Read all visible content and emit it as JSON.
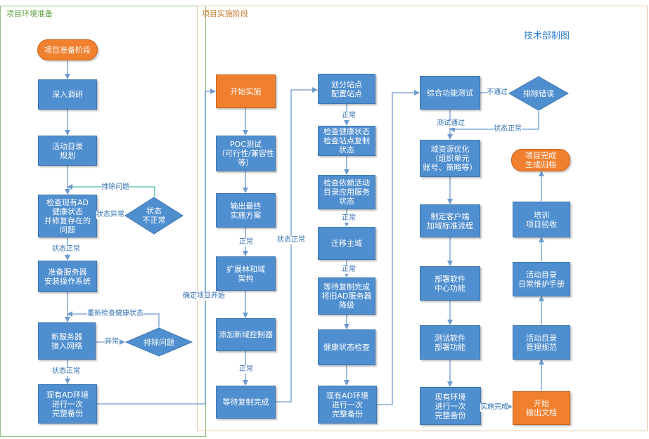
{
  "panels": {
    "left_title": "项目环境准备",
    "right_title": "项目实施阶段"
  },
  "diagram_title": "技术部制图",
  "nodes": {
    "prep_start": "项目准备阶段",
    "research": "深入调研",
    "ad_plan": "活动目录\n规划",
    "check_ad": "检查现有AD\n健康状态\n并修复存在的\n问题",
    "status_abnormal": "状态\n不正常",
    "prep_server": "准备服务器\n安装操作系统",
    "new_server_net": "新服务器\n接入网络",
    "troubleshoot_1": "排除问题",
    "full_backup_1": "现有AD环境\n进行一次\n完整备份",
    "start_impl": "开始实施",
    "poc_test": "POC测试\n（可行性/兼容性\n等）",
    "final_plan": "输出最终\n实施方案",
    "extend_forest": "扩展林和域\n架构",
    "add_dc": "添加新域控制器",
    "wait_repl_1": "等待复制完成",
    "split_sites": "划分站点\n配置站点",
    "check_site_repl": "检查健康状态\n检查站点复制\n状态",
    "check_dep_app": "检查依赖活动\n目录应用服务\n状态",
    "migrate_master": "迁移主域",
    "wait_repl_demote": "等待复制完成\n将旧AD服务器\n降级",
    "health_check": "健康状态检查",
    "full_backup_2": "现有AD环境\n进行一次\n完整备份",
    "func_test": "综合功能测试",
    "troubleshoot_2": "排除错误",
    "domain_optimize": "域资源优化\n（组织单元\n账号、策略等）",
    "client_join": "制定客户端\n加域标准流程",
    "deploy_center": "部署软件\n中心功能",
    "test_deploy": "测试软件\n部署功能",
    "full_backup_3": "现有环境\n进行一次\n完整备份",
    "start_docs": "开始\n输出文档",
    "ad_mgmt": "活动目录\n管理规范",
    "ad_manual": "活动目录\n日常维护手册",
    "training": "培训\n项目验收",
    "project_done": "项目完成\n生成归档"
  },
  "labels": {
    "fix_issue": "排除问题",
    "abnormal_state": "状态异常",
    "normal_1": "状态正常",
    "recheck": "重新检查健康状态",
    "abnormal": "异常",
    "normal_2": "状态正常",
    "confirm_start": "确定项目开始",
    "normal_3": "正常",
    "normal_4": "正常",
    "normal_state_mid": "状态正常",
    "normal_5": "正常",
    "normal_6": "正常",
    "normal_7": "正常",
    "fail": "不通过",
    "pass": "测试通过",
    "normal_state_right": "状态正常",
    "impl_done": "实施完成"
  },
  "colors": {
    "box": "#4f8ecf",
    "accent": "#f07f2e",
    "connector": "#6d9ccf",
    "left_panel": "#8dc07f",
    "right_panel": "#e2c7a8",
    "feedback_line": "#49b8a6"
  }
}
